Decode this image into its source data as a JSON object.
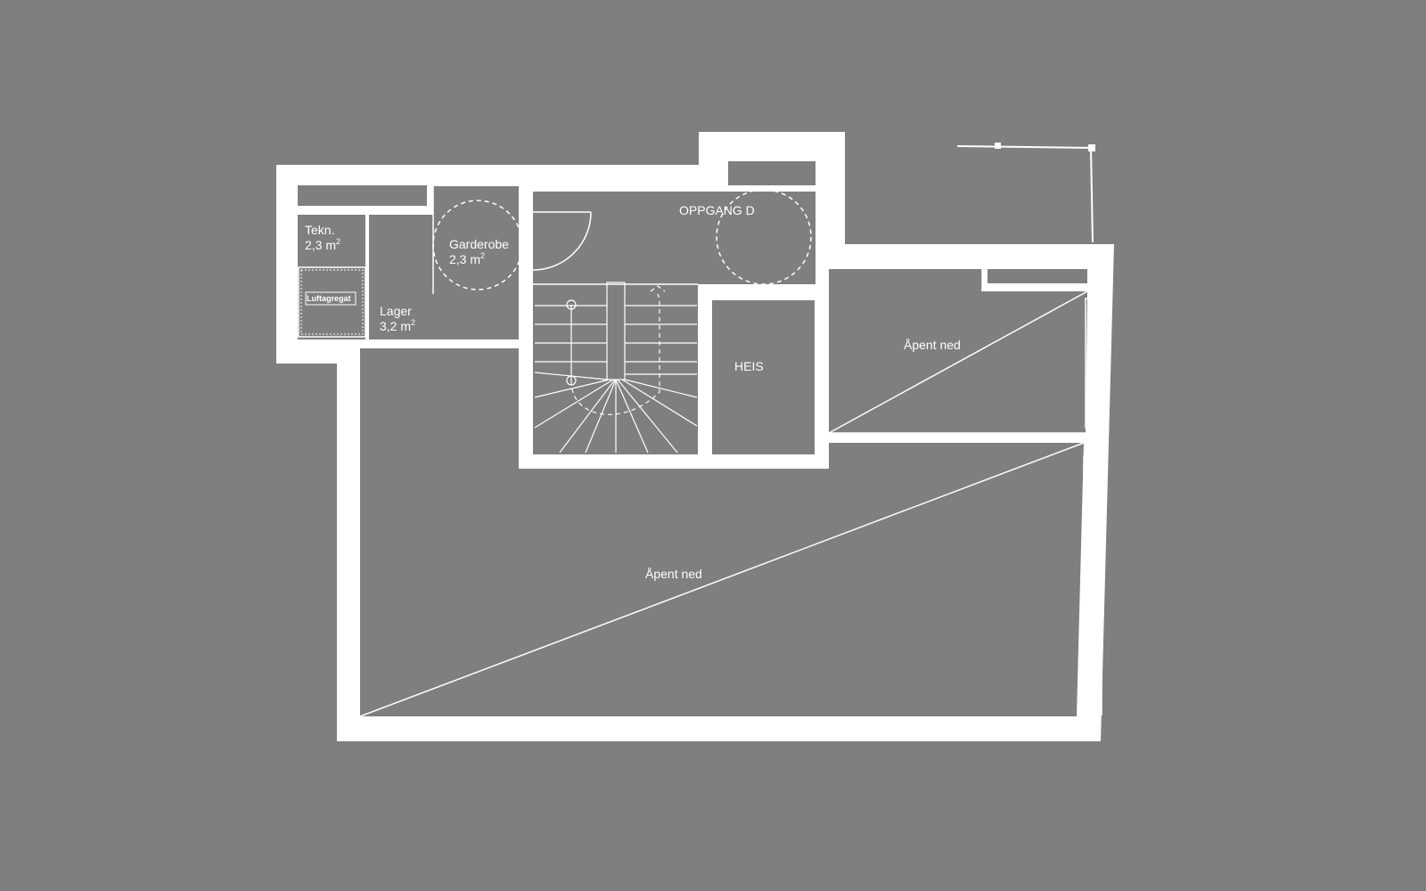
{
  "colors": {
    "background": "#7f7f7f",
    "wall": "#ffffff",
    "line": "#ffffff"
  },
  "rooms": {
    "tekn": {
      "name": "Tekn.",
      "area_value": "2,3 m",
      "area_unit_sup": "2"
    },
    "air_unit": {
      "name": "Luftagregat"
    },
    "lager": {
      "name": "Lager",
      "area_value": "3,2 m",
      "area_unit_sup": "2"
    },
    "garderobe": {
      "name": "Garderobe",
      "area_value": "2,3 m",
      "area_unit_sup": "2"
    },
    "oppgang": {
      "name": "OPPGANG D"
    },
    "heis": {
      "name": "HEIS"
    },
    "open_small": {
      "name": "Åpent ned"
    },
    "open_large": {
      "name": "Åpent ned"
    }
  }
}
